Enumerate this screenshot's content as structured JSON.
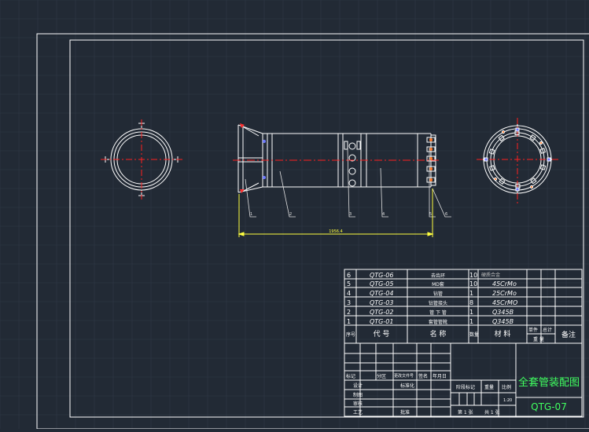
{
  "colors": {
    "background": "#222a35",
    "grid": "#2f3947",
    "line": "#ffffff",
    "centerline": "#ff2020",
    "leader": "#e0e0e0",
    "dimension": "#ffff40",
    "accent_green": "#40ff60",
    "table_text": "#ffffff",
    "marker_orange": "#ff7a2a",
    "marker_blue": "#6f7bff"
  },
  "drawing": {
    "balloons": [
      "1",
      "2",
      "3",
      "4",
      "5",
      "6"
    ],
    "dimension_label": "1956.4"
  },
  "bom": {
    "rows": [
      {
        "no": "6",
        "code": "QTG-06",
        "name": "去齿环",
        "qty": "10",
        "material": "硬质合金"
      },
      {
        "no": "5",
        "code": "QTG-05",
        "name": "MD套",
        "qty": "10",
        "material": "45CrMo"
      },
      {
        "no": "4",
        "code": "QTG-04",
        "name": "钻管",
        "qty": "1",
        "material": "25CrMo"
      },
      {
        "no": "3",
        "code": "QTG-03",
        "name": "钻管接头",
        "qty": "8",
        "material": "45CrMO"
      },
      {
        "no": "2",
        "code": "QTG-02",
        "name": "管 下 管",
        "qty": "1",
        "material": "Q345B"
      },
      {
        "no": "1",
        "code": "QTG-01",
        "name": "套管管靴",
        "qty": "1",
        "material": "Q345B"
      }
    ],
    "header": {
      "no": "序号",
      "code": "代 号",
      "name": "名 称",
      "qty": "数量",
      "material": "材 料",
      "unit": "单件",
      "total": "总计",
      "weight": "重 量",
      "remark": "备注"
    }
  },
  "title_block": {
    "drawing_title": "全套管装配图",
    "drawing_number": "QTG-07",
    "labels": {
      "mark": "标记",
      "zones": "分区",
      "change_doc": "更改文件号",
      "signature": "签名",
      "date": "年月日",
      "design": "设计",
      "standardize": "标准化",
      "drafting": "制图",
      "review": "审核",
      "process": "工艺",
      "approve": "批准",
      "stage_mark": "阶段标记",
      "weight": "重量",
      "scale": "比例",
      "scale_value": "1:20",
      "sheet_total": "共 1 张",
      "sheet_no": "第 1 张"
    }
  }
}
